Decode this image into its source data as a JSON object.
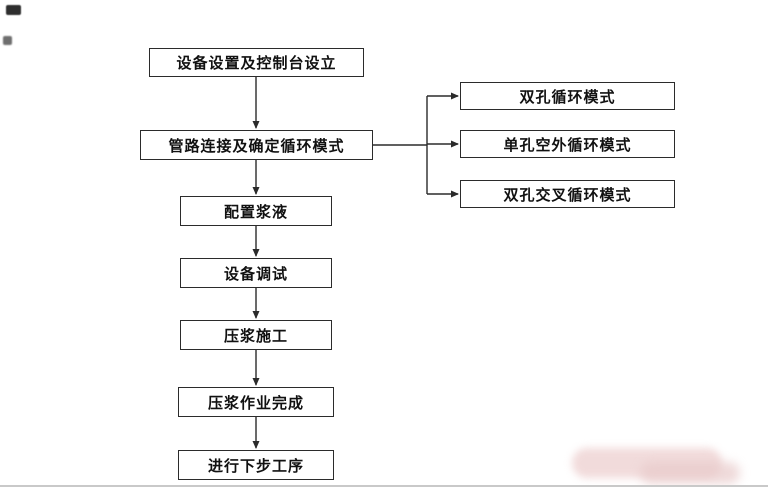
{
  "flowchart": {
    "main_steps": [
      {
        "label": "设备设置及控制台设立"
      },
      {
        "label": "管路连接及确定循环模式"
      },
      {
        "label": "配置浆液"
      },
      {
        "label": "设备调试"
      },
      {
        "label": "压浆施工"
      },
      {
        "label": "压浆作业完成"
      },
      {
        "label": "进行下步工序"
      }
    ],
    "modes": [
      {
        "label": "双孔循环模式"
      },
      {
        "label": "单孔空外循环模式"
      },
      {
        "label": "双孔交叉循环模式"
      }
    ]
  },
  "colors": {
    "box_border": "#2b2b2b",
    "line": "#2b2b2b",
    "text": "#111111",
    "bottom_rule": "#c9c9c9"
  }
}
